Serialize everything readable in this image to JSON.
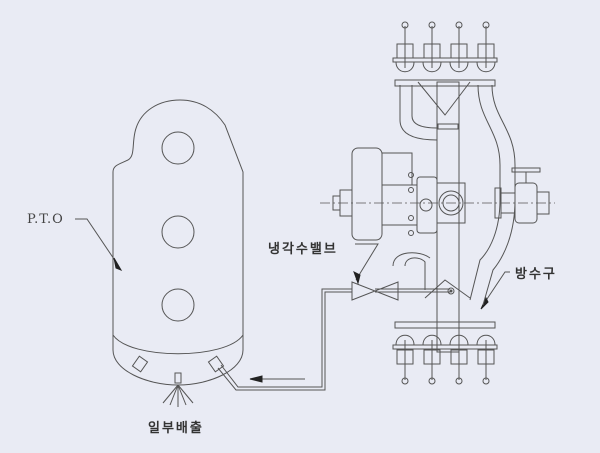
{
  "diagram": {
    "labels": {
      "pto": "P.T.O",
      "cooling_valve": "냉각수밸브",
      "discharge_port": "방수구",
      "partial_discharge": "일부배출"
    },
    "colors": {
      "background": "#e9ebf4",
      "line": "#555555",
      "text": "#333333"
    }
  }
}
